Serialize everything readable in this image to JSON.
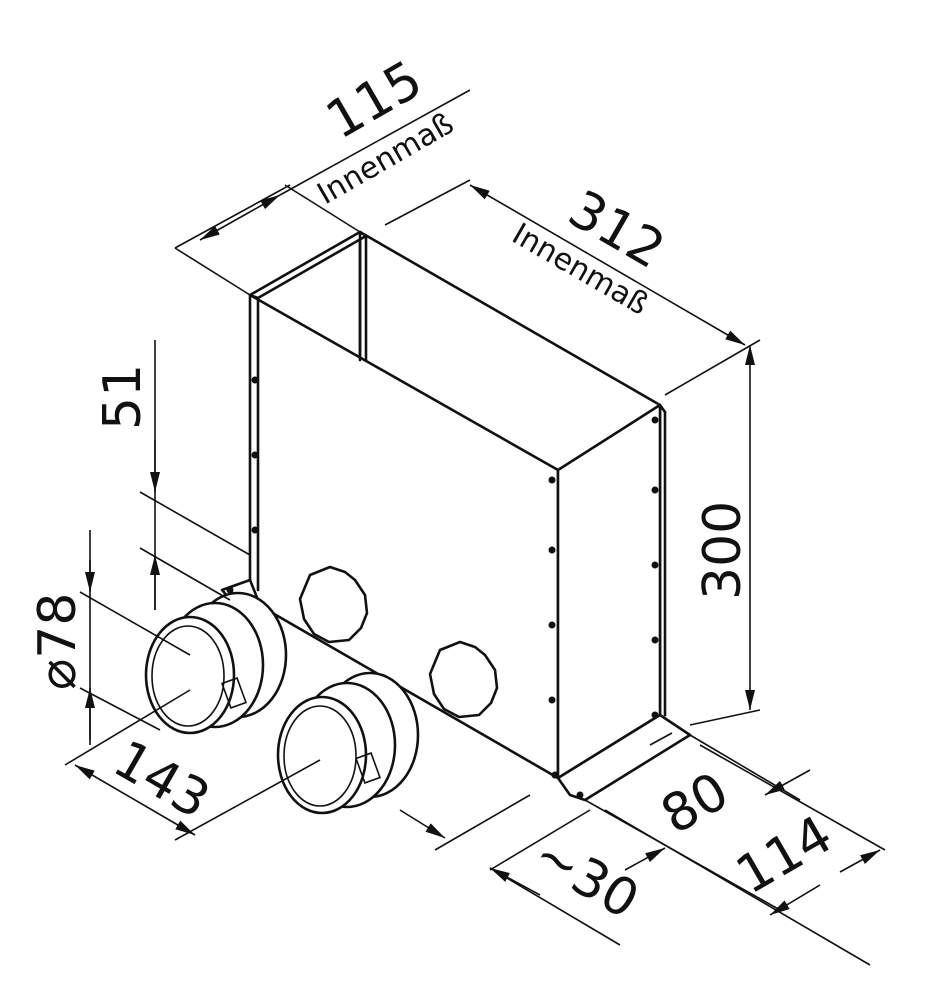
{
  "dimensions": {
    "width_inner": "115",
    "width_inner_note": "Innenmaß",
    "length_inner": "312",
    "length_inner_note": "Innenmaß",
    "offset_top": "51",
    "diameter": "⌀78",
    "height": "300",
    "spacing": "143",
    "stub_length": "~30",
    "flange_inner": "80",
    "flange_outer": "114"
  }
}
